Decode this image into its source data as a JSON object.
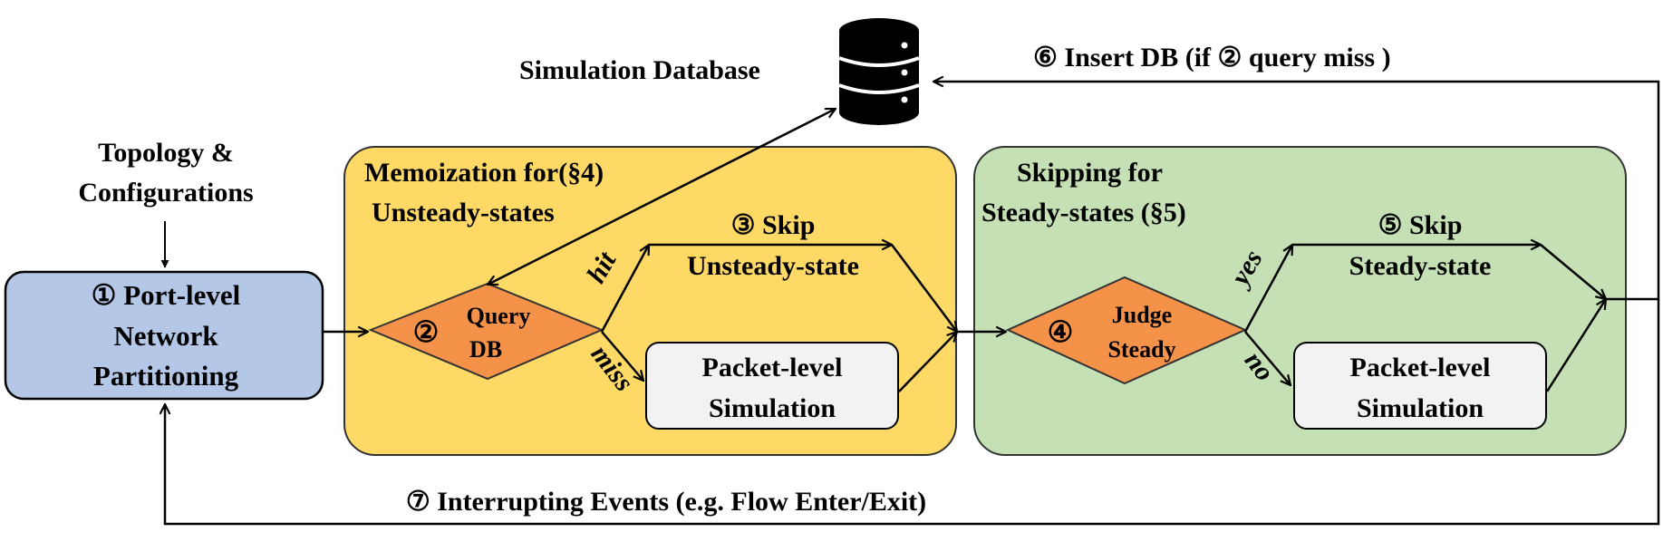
{
  "database": {
    "label": "Simulation Database"
  },
  "input": {
    "line1": "Topology &",
    "line2": "Configurations"
  },
  "partition": {
    "line1": "① Port-level",
    "line2": "Network",
    "line3": "Partitioning"
  },
  "memo_panel": {
    "line1": "Memoization for(§4)",
    "line2": "Unsteady-states"
  },
  "query": {
    "num": "②",
    "line1": "Query",
    "line2": "DB"
  },
  "hit_label": "hit",
  "miss_label": "miss",
  "skip_unsteady": {
    "line1": "③ Skip",
    "line2": "Unsteady-state"
  },
  "packet_sim_1": {
    "line1": "Packet-level",
    "line2": "Simulation"
  },
  "skip_panel": {
    "line1": "Skipping for",
    "line2": "Steady-states (§5)"
  },
  "judge": {
    "num": "④",
    "line1": "Judge",
    "line2": "Steady"
  },
  "yes_label": "yes",
  "no_label": "no",
  "skip_steady": {
    "line1": "⑤ Skip",
    "line2": "Steady-state"
  },
  "packet_sim_2": {
    "line1": "Packet-level",
    "line2": "Simulation"
  },
  "insert_db": "⑥ Insert DB (if ② query miss )",
  "interrupt": "⑦ Interrupting Events (e.g. Flow Enter/Exit)",
  "colors": {
    "partition_fill": "#b4c7e7",
    "memo_fill": "#ffd966",
    "skip_fill": "#c5e0b4",
    "diamond_fill": "#f4924a",
    "sim_fill": "#f2f2f2"
  }
}
